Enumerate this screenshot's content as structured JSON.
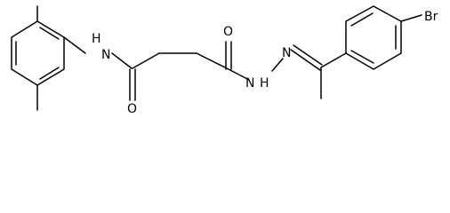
{
  "molecule": {
    "atom_labels": {
      "amide_nitrogen": "N",
      "amide_hydrogen": "H",
      "left_carbonyl_oxygen": "O",
      "right_carbonyl_oxygen": "O",
      "hydrazide_nitrogen": "N",
      "hydrazide_hydrogen": "H",
      "imine_nitrogen": "N",
      "bromine": "Br"
    }
  }
}
